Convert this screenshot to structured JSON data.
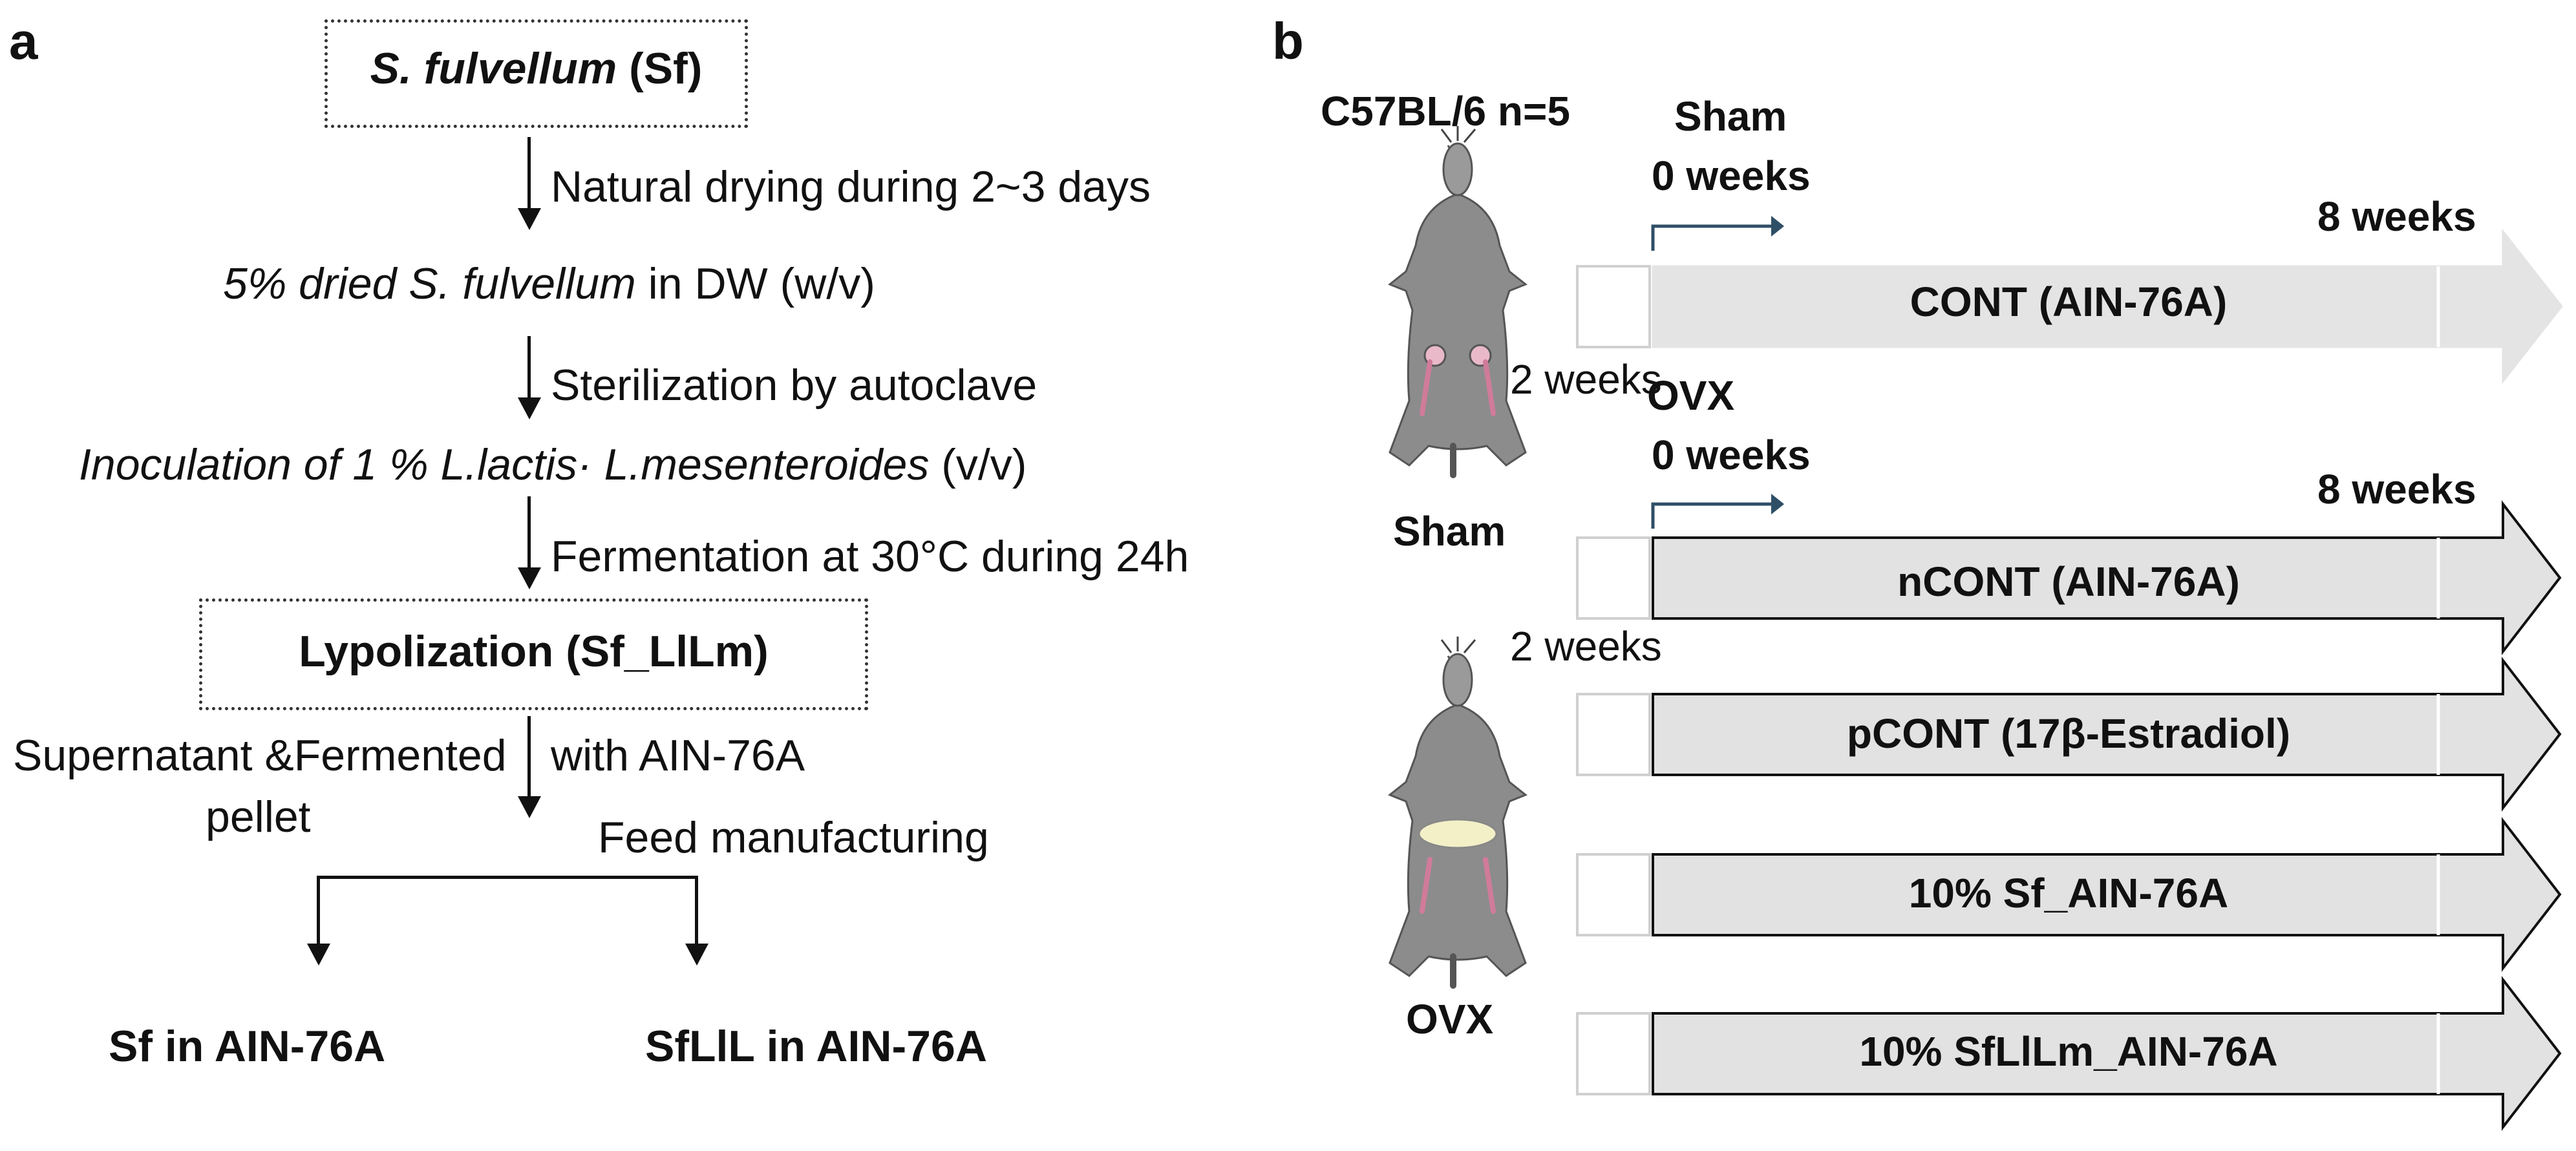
{
  "panel_a": {
    "label": "a",
    "source_italic": "S. fulvellum",
    "source_plain": " (Sf)",
    "step1": "Natural drying during 2~3 days",
    "product1_italic": "5% dried S. fulvellum",
    "product1_plain": " in DW (w/v)",
    "step2": "Sterilization by autoclave",
    "product2_italic": "Inoculation of 1 % L.lactis· L.mesenteroides",
    "product2_plain": " (v/v)",
    "step3": "Fermentation at 30°C during 24h",
    "lyo_box": "Lypolization (Sf_LlLm)",
    "side_left_1": "Supernatant &Fermented",
    "side_left_2": "pellet",
    "side_right": "with AIN-76A",
    "feed": "Feed manufacturing",
    "out_left": "Sf in AIN-76A",
    "out_right": "SfLlL in AIN-76A"
  },
  "panel_b": {
    "label": "b",
    "strain": "C57BL/6 n=5",
    "sham_header": "Sham",
    "ovx_header": "OVX",
    "zero_weeks": "0 weeks",
    "eight_weeks": "8 weeks",
    "two_weeks": "2 weeks",
    "sham_mouse_label": "Sham",
    "ovx_mouse_label": "OVX",
    "mouse_icon_sham": "mouse-icon",
    "mouse_icon_ovx": "mouse-icon",
    "arrows": [
      {
        "label": "CONT (AIN-76A)"
      },
      {
        "label": "nCONT (AIN-76A)"
      },
      {
        "label": "pCONT (17β-Estradiol)"
      },
      {
        "label": "10% Sf_AIN-76A"
      },
      {
        "label": "10% SfLlLm_AIN-76A"
      }
    ],
    "colors": {
      "cont_fill": "#e4e4e4",
      "group_fill": "#e2e2e2",
      "start_arrow": "#2f4f66"
    }
  }
}
